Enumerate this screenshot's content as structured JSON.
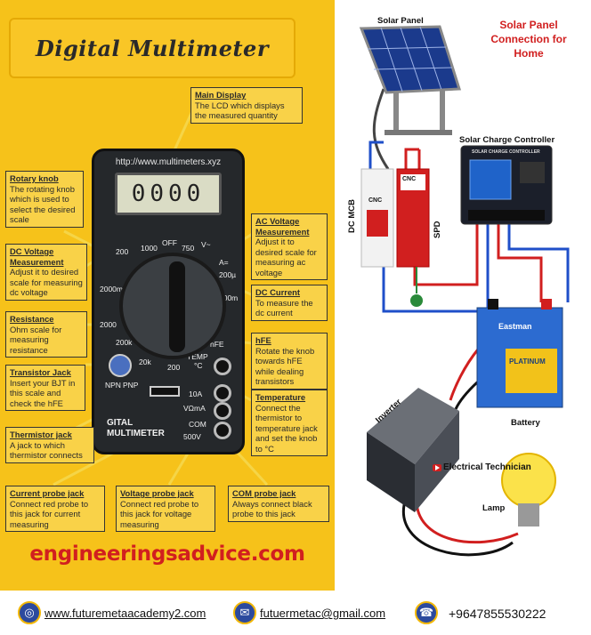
{
  "left": {
    "title": "Digital Multimeter",
    "meter_url": "http://www.multimeters.xyz",
    "lcd_value": "0000",
    "brand_line1": "GITAL",
    "brand_line2": "MULTIMETER",
    "dial_labels": [
      "OFF",
      "750",
      "1000",
      "200",
      "V~",
      "A=",
      "200µ",
      "2000m",
      "200m",
      "200k",
      "20k",
      "2000",
      "200",
      "hFE",
      "TEMP",
      "°C",
      "NPN",
      "PNP",
      "10A",
      "VΩmA",
      "COM",
      "500V"
    ],
    "footer_brand": "engineeringsadvice.com",
    "callouts": {
      "main_display": {
        "title": "Main Display",
        "body": "The LCD which displays the measured quantity"
      },
      "rotary_knob": {
        "title": "Rotary knob",
        "body": "The rotating knob which is used to select the desired scale"
      },
      "dc_voltage": {
        "title": "DC Voltage Measurement",
        "body": "Adjust it to desired scale for measuring dc voltage"
      },
      "resistance": {
        "title": "Resistance",
        "body": "Ohm scale for measuring resistance"
      },
      "transistor_jack": {
        "title": "Transistor Jack",
        "body": "Insert your BJT in this scale and check the hFE"
      },
      "thermistor_jack": {
        "title": "Thermistor jack",
        "body": "A jack to which thermistor connects"
      },
      "ac_voltage": {
        "title": "AC Voltage Measurement",
        "body": "Adjust it to desired scale for measuring ac voltage"
      },
      "dc_current": {
        "title": "DC Current",
        "body": "To measure the dc current"
      },
      "hfe": {
        "title": "hFE",
        "body": "Rotate the knob towards hFE while dealing transistors"
      },
      "temperature": {
        "title": "Temperature",
        "body": "Connect the thermistor to temperature jack and set the knob to °C"
      },
      "current_probe": {
        "title": "Current probe jack",
        "body": "Connect red probe to this jack for current measuring"
      },
      "voltage_probe": {
        "title": "Voltage probe jack",
        "body": "Connect red probe to this jack for voltage measuring"
      },
      "com_probe": {
        "title": "COM probe jack",
        "body": "Always connect black probe to this jack"
      }
    }
  },
  "right": {
    "title_line1": "Solar Panel",
    "title_line2": "Connection for Home",
    "solar_panel": "Solar Panel",
    "charge_controller": "Solar Charge Controller",
    "controller_header": "SOLAR CHARGE CONTROLLER",
    "dc_mcb": "DC MCB",
    "spd": "SPD",
    "cnc": "CNC",
    "battery": "Battery",
    "battery_brand": "Eastman",
    "battery_model": "PLATINUM",
    "inverter": "Inverter",
    "lamp": "Lamp",
    "watermark": "Electrical Technician"
  },
  "footer": {
    "website": "www.futuremetaacademy2.com",
    "email": "futuermetac@gmail.com",
    "phone": "+9647855530222"
  },
  "colors": {
    "left_bg": "#f6c21a",
    "wire_red": "#d11f1f",
    "wire_blue": "#1f4fc9",
    "brand_red": "#d11f1f"
  }
}
